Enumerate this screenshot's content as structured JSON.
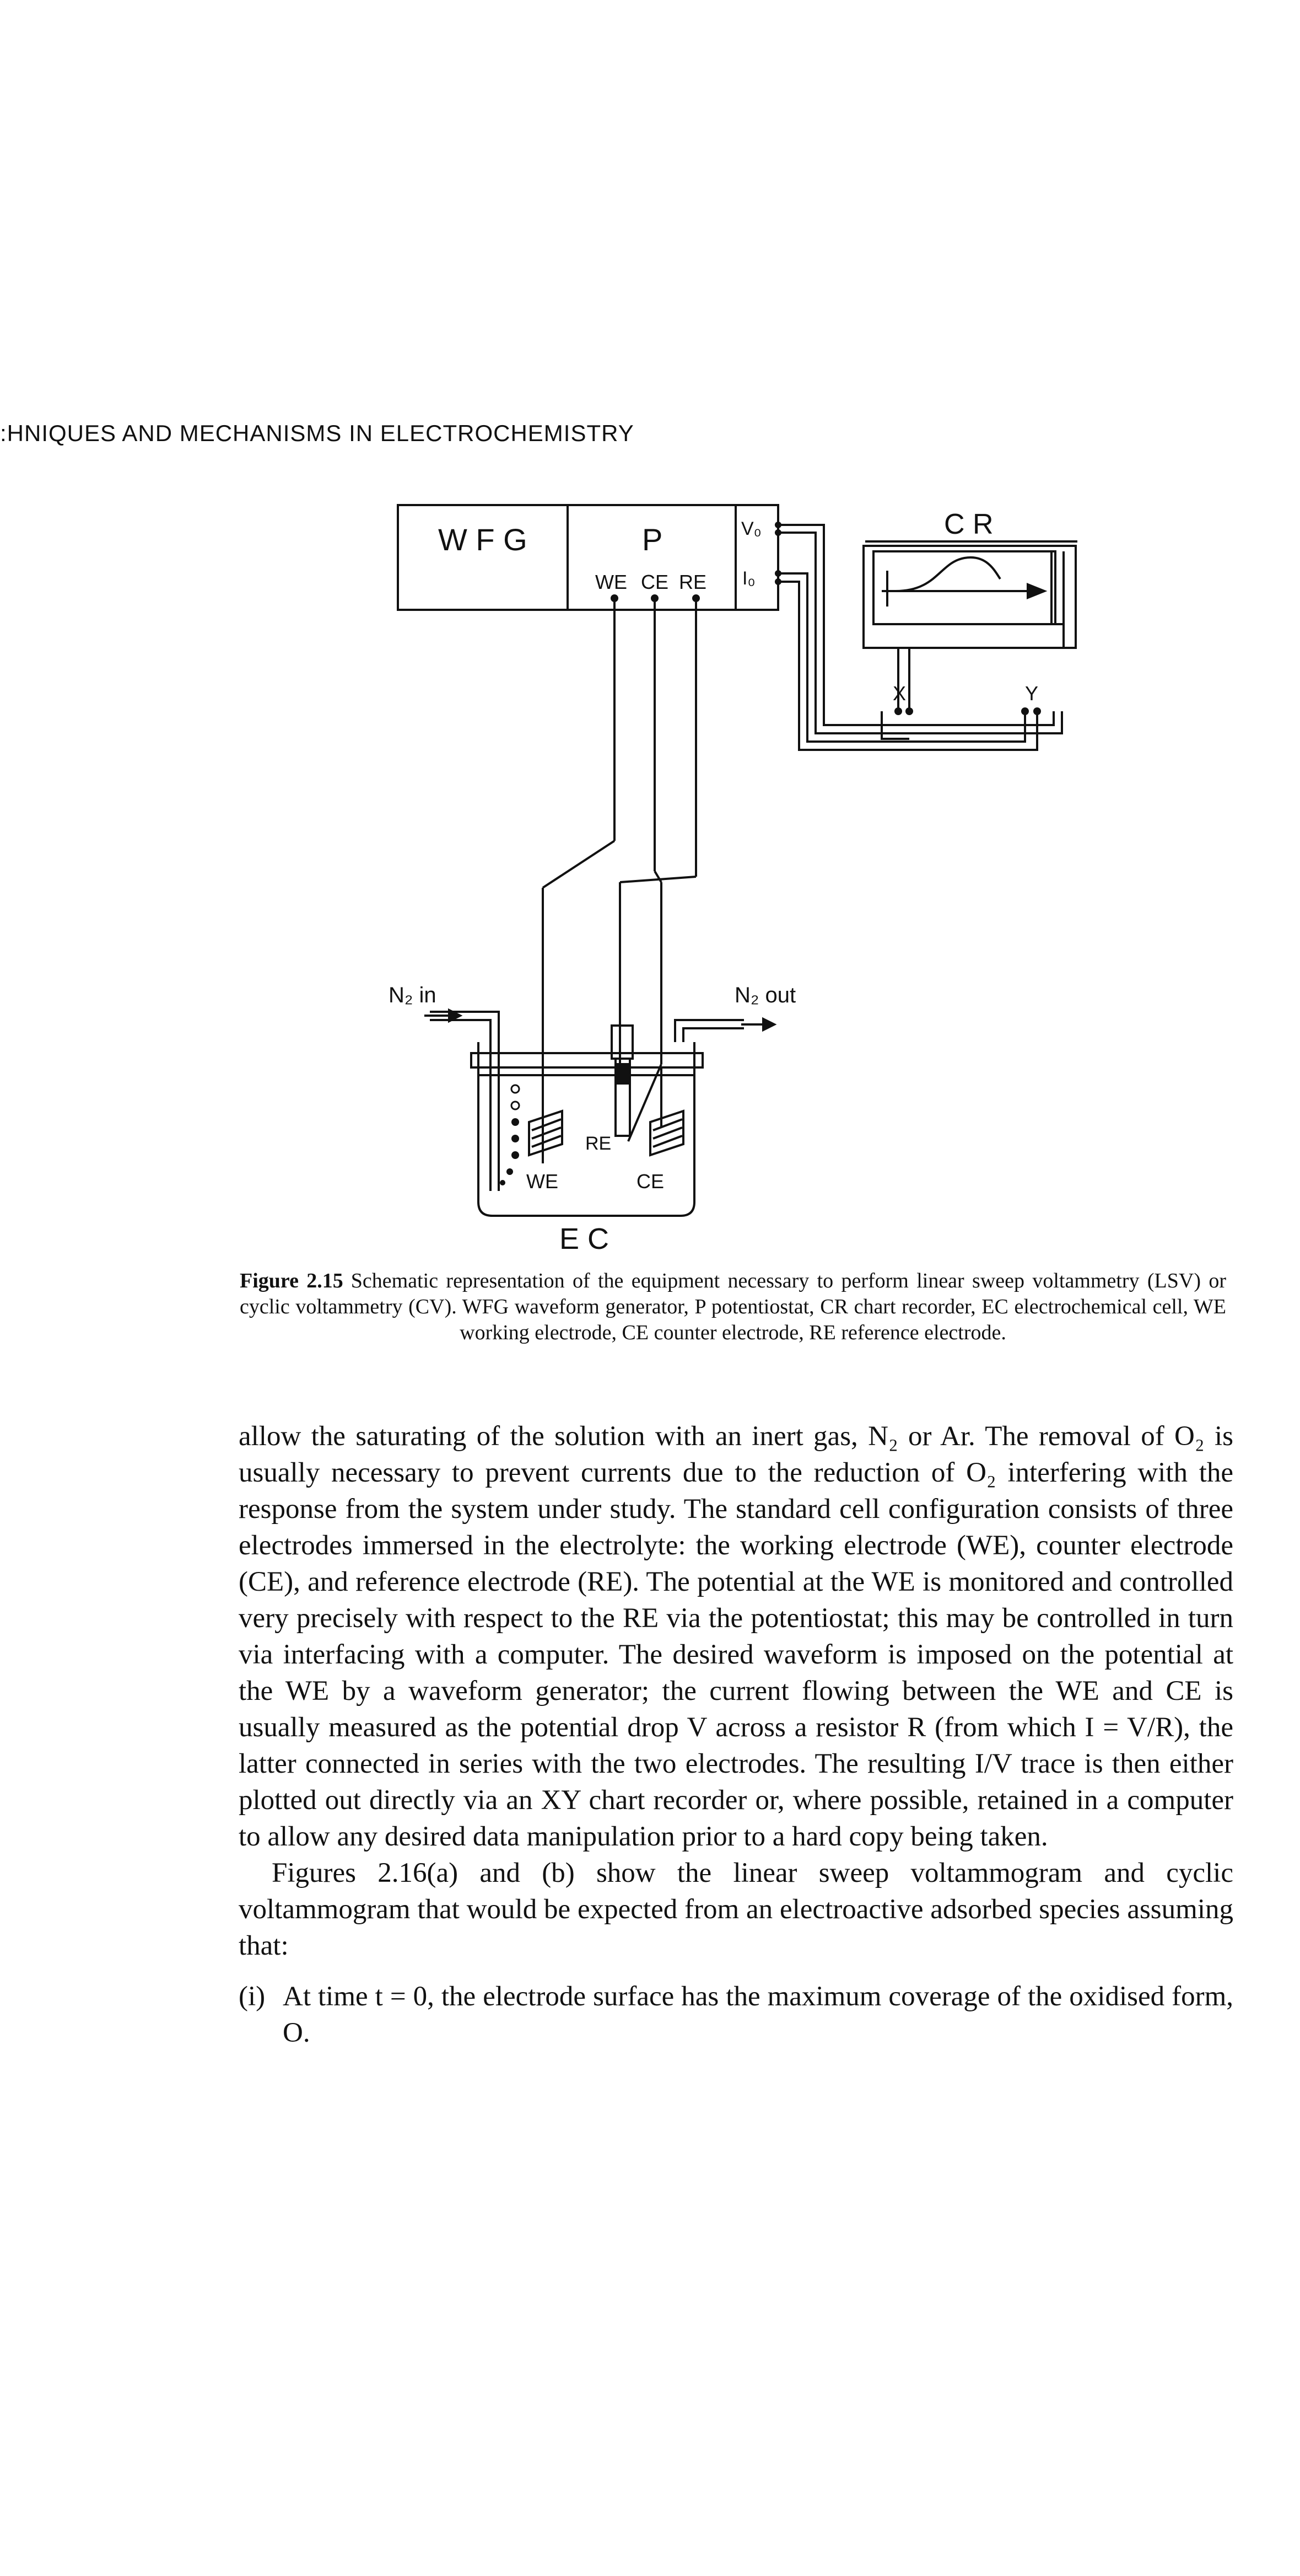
{
  "running_head": ":HNIQUES AND MECHANISMS IN ELECTROCHEMISTRY",
  "figure": {
    "labels": {
      "wfg": "W F G",
      "p": "P",
      "cr": "C R",
      "we_top": "WE",
      "ce_top": "CE",
      "re_top": "RE",
      "v0": "V₀",
      "i0": "I₀",
      "x": "X",
      "y": "Y",
      "n2_in": "N₂ in",
      "n2_out": "N₂ out",
      "re_cell": "RE",
      "we_cell": "WE",
      "ce_cell": "CE",
      "ec": "E C"
    }
  },
  "caption": {
    "label": "Figure 2.15",
    "text": "Schematic representation of the equipment necessary to perform linear sweep voltammetry (LSV) or cyclic voltammetry (CV). WFG waveform generator, P potentiostat, CR chart recorder, EC electrochemical cell, WE working electrode, CE counter electrode, RE reference electrode."
  },
  "body": {
    "p1": "allow the saturating of the solution with an inert gas, N₂ or Ar. The removal of O₂ is usually necessary to prevent currents due to the reduction of O₂ interfering with the response from the system under study. The standard cell configuration consists of three electrodes immersed in the electrolyte: the working electrode (WE), counter electrode (CE), and reference electrode (RE). The potential at the WE is monitored and controlled very precisely with respect to the RE via the potentiostat; this may be controlled in turn via interfacing with a computer. The desired waveform is imposed on the potential at the WE by a waveform generator; the current flowing between the WE and CE is usually measured as the potential drop V across a resistor R (from which I = V/R), the latter connected in series with the two electrodes. The resulting I/V trace is then either plotted out directly via an XY chart recorder or, where possible, retained in a computer to allow any desired data manipulation prior to a hard copy being taken.",
    "p2": "Figures 2.16(a) and (b) show the linear sweep voltammogram and cyclic voltammogram that would be expected from an electroactive adsorbed species assuming that:",
    "item1_num": "(i)",
    "item1_text": "At time t = 0, the electrode surface has the maximum coverage of the oxidised form, O."
  }
}
